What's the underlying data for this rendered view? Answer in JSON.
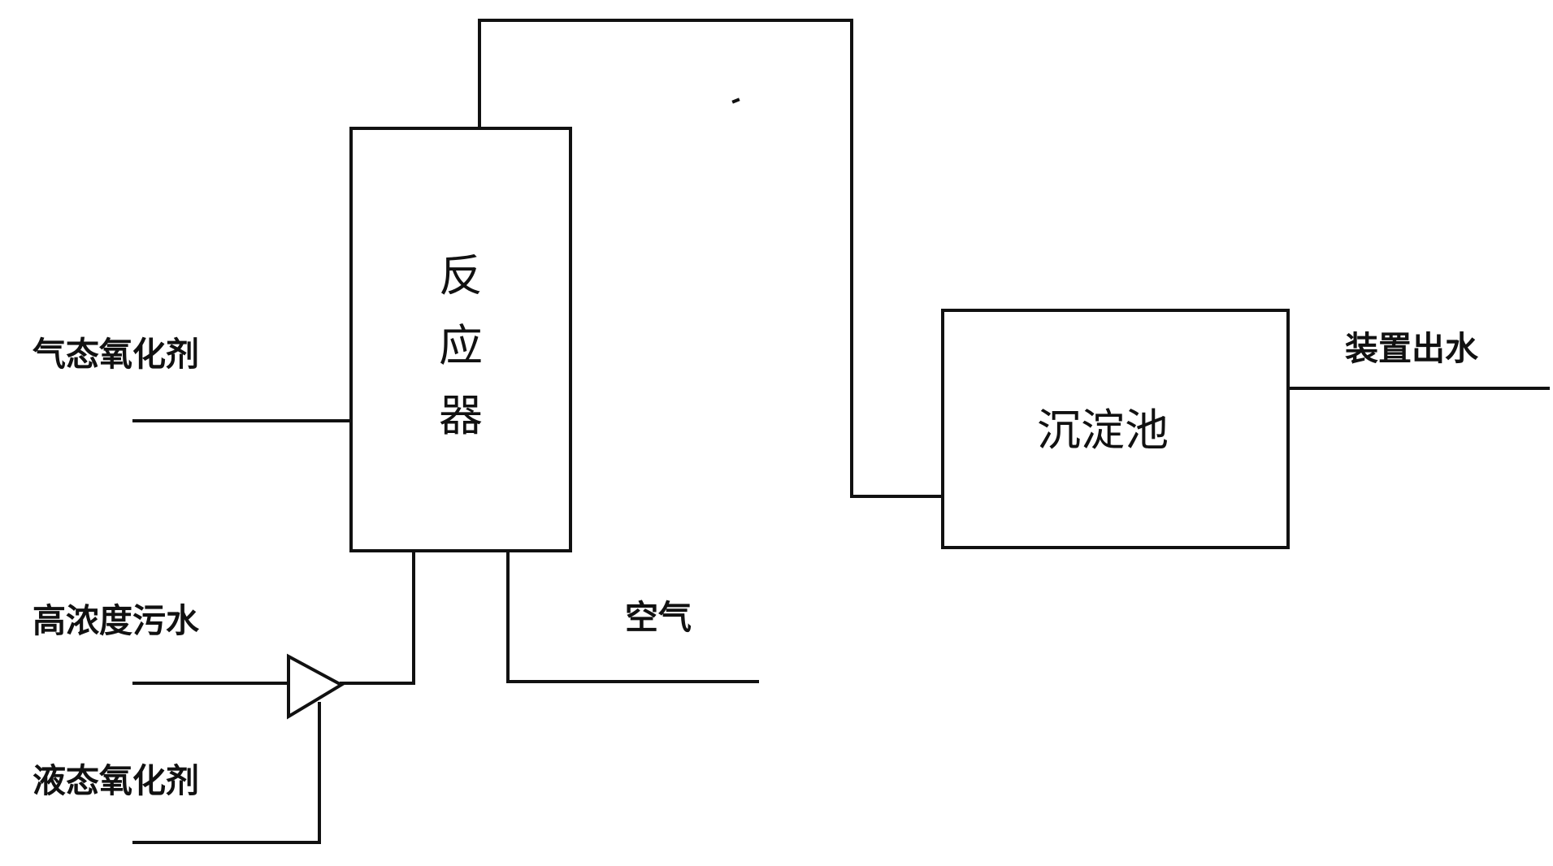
{
  "inputs": {
    "gaseous_oxidant": "气态氧化剂",
    "high_concentration_wastewater": "高浓度污水",
    "liquid_oxidant": "液态氧化剂",
    "air": "空气"
  },
  "reactor": {
    "label_chars": [
      "反",
      "应",
      "器"
    ]
  },
  "sedimentation_tank": {
    "label": "沉淀池"
  },
  "outputs": {
    "device_effluent": "装置出水"
  },
  "colors": {
    "line": "#111111",
    "background": "#ffffff"
  }
}
